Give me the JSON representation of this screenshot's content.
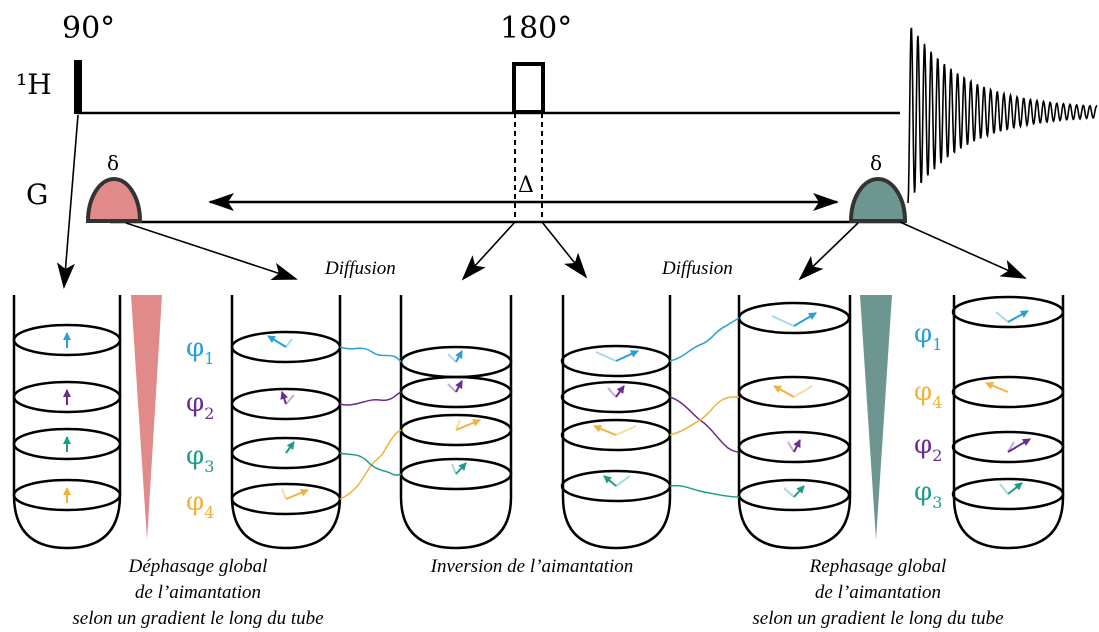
{
  "pulse_sequence": {
    "pulse_90_label": "90°",
    "pulse_180_label": "180°",
    "channel_h_label": "¹H",
    "channel_g_label": "G",
    "gradient_delta_1": "δ",
    "gradient_delta_2": "δ",
    "delay_label": "Δ"
  },
  "diffusion_labels": [
    "Diffusion",
    "Diffusion"
  ],
  "phase_labels": {
    "group1": [
      "φ1",
      "φ2",
      "φ3",
      "φ4"
    ],
    "group2": [
      "φ1",
      "φ4",
      "φ2",
      "φ3"
    ]
  },
  "captions": {
    "left": [
      "Déphasage global",
      "de l’aimantation",
      "selon un gradient le long du tube"
    ],
    "center": "Inversion de l’aimantation",
    "right": [
      "Rephasage global",
      "de l’aimantation",
      "selon un gradient le long du tube"
    ]
  },
  "colors": {
    "phi1": "#2a9fd6",
    "phi2": "#6a2c8e",
    "phi3": "#1f9a8a",
    "phi4": "#f0b23a",
    "gradient_pos": "#e08a8a",
    "gradient_neg": "#6e9690"
  }
}
